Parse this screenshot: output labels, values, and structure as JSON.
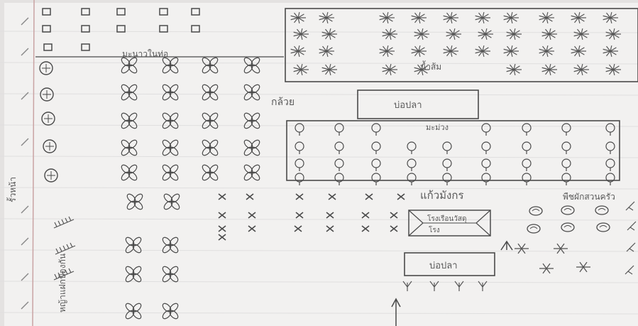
{
  "labels": {
    "mango_plot_caption": "มะนาวในท่อ",
    "banana": "กล้วย",
    "fish_pond_top": "บ่อปลา",
    "mango_row": "มะม่วง",
    "pineapple_area": "น้ำส้ม",
    "marigold_rows": "แก้วมังกร",
    "shed_line1": "โรงเรือนวัสดุ",
    "shed_line2": "โรง",
    "fish_pond_bottom": "บ่อปลา",
    "kitchen_garden": "พืชผักสวนครัว",
    "side_left": "รั้วหน้า",
    "side_bottom": "หญ้าแฝกป้องกัน"
  },
  "colors": {
    "paper": "#f3f2f1",
    "paper_shadow": "#d9d7d6",
    "ink": "#4a4a4a",
    "margin_line": "#c98f8f",
    "rule_line": "#dcdcdc",
    "leaf": "#5f5f5f"
  },
  "icons": {
    "small_square": "seedling-box",
    "flower": "four-petal-flower",
    "tree": "round-tree",
    "cross": "cross-mark",
    "plant": "leafy-plant",
    "arrow": "up-arrow"
  }
}
